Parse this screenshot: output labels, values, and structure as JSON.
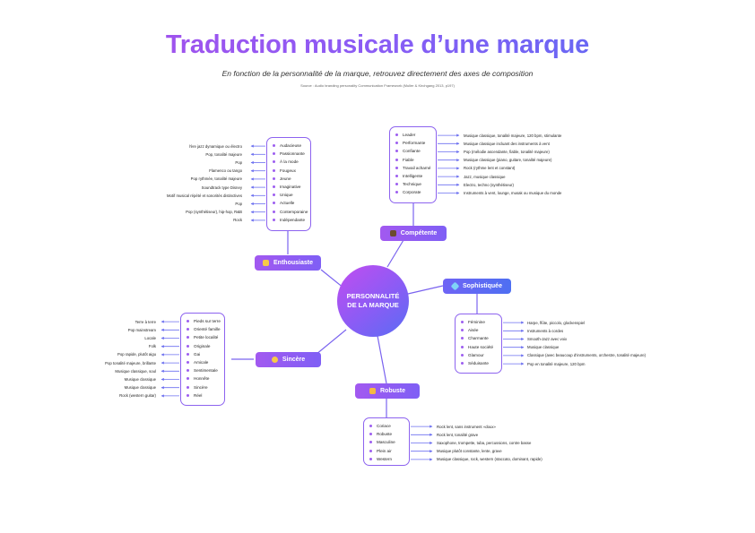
{
  "title": "Traduction musicale d’une marque",
  "subtitle": "En fonction de la personnalité de la marque, retrouvez directement des axes de composition",
  "source": "Source : Audio branding personality Communication Framework (Muller & Kirchgang 2013, p197)",
  "center": {
    "line1": "PERSONNALITÉ",
    "line2": "DE LA MARQUE"
  },
  "colors": {
    "accent": "#8d63ef",
    "purple": "#a259f0",
    "blue": "#4e6ff2"
  },
  "categories": {
    "enthousiaste": {
      "label": "Enthousiaste",
      "icon": "grinning-face-icon",
      "traits": [
        "Audacieuse",
        "Passionnante",
        "À la mode",
        "Fougeux",
        "Jeune",
        "Imaginative",
        "Unique",
        "Actuelle",
        "Contemporaine",
        "Indépendante"
      ],
      "descriptions": [
        "l’ère jazz dynamique ou électro",
        "Pop, tonalité majeure",
        "Pop",
        "Flamenco ou tango",
        "Pop rythmée, tonalité majeure",
        "Soundtrack type Disney",
        "Motif musical répété et sonorités distinctives",
        "Pop",
        "Pop (synthétiseur), hip-hop, R&B",
        "Rock"
      ]
    },
    "competente": {
      "label": "Compétente",
      "icon": "technologist-icon",
      "traits": [
        "Leader",
        "Performante",
        "Confiante",
        "Fiable",
        "Travail acharné",
        "Intelligente",
        "Technique",
        "Corporate"
      ],
      "descriptions": [
        "Musique classique, tonalité majeure, 120 bpm, stimulante",
        "Musique classique incluant des instruments à vent",
        "Pop (mélodie ascendante, fiable, tonalité majeure)",
        "Musique classique (piano, guitare, tonalité majeure)",
        "Rock (rythme lent et constant)",
        "Jazz, musique classique",
        "Electro, techno (synthétiseur)",
        "Instruments à vent, lounge, musak ou musique du monde"
      ]
    },
    "sophistiquee": {
      "label": "Sophistiquée",
      "icon": "gem-icon",
      "traits": [
        "Féminine",
        "Aisée",
        "Charmante",
        "Haute société",
        "Glamour",
        "Séduisante"
      ],
      "descriptions": [
        "Harpe, flûte, piccolo, glockenspiel",
        "Instruments à cordes",
        "Smooth-Jazz avec voix",
        "Musique classique",
        "Classique (avec beaucoup d’instruments, orchestre, tonalité majeure)",
        "Pop en tonalité majeure, 120 bpm"
      ]
    },
    "robuste": {
      "label": "Robuste",
      "icon": "flexed-biceps-icon",
      "traits": [
        "Coriace",
        "Robuste",
        "Masculine",
        "Plein air",
        "Western"
      ],
      "descriptions": [
        "Rock lent, sans instrument «doux»",
        "Rock lent, tonalité grave",
        "Saxophone, trompette, tuba, percussions, contre basse",
        "Musique plutôt constante, lente, grave",
        "Musique classique, rock, western (staccato, dominant, rapide)"
      ]
    },
    "sincere": {
      "label": "Sincère",
      "icon": "smiling-face-icon",
      "traits": [
        "Pieds sur terre",
        "Orienté famille",
        "Petite localité",
        "Originale",
        "Gai",
        "Amicale",
        "Sentimentale",
        "Honnête",
        "Sincère",
        "Réel"
      ],
      "descriptions": [
        "Terre à terre",
        "Pop mainstream",
        "Locale",
        "Folk",
        "Pop rapide, plutôt aigu",
        "Pop tonalité majeure, brillante",
        "Musique classique, soul",
        "Musique classique",
        "Musique classique",
        "Rock (western guitar)"
      ]
    }
  }
}
